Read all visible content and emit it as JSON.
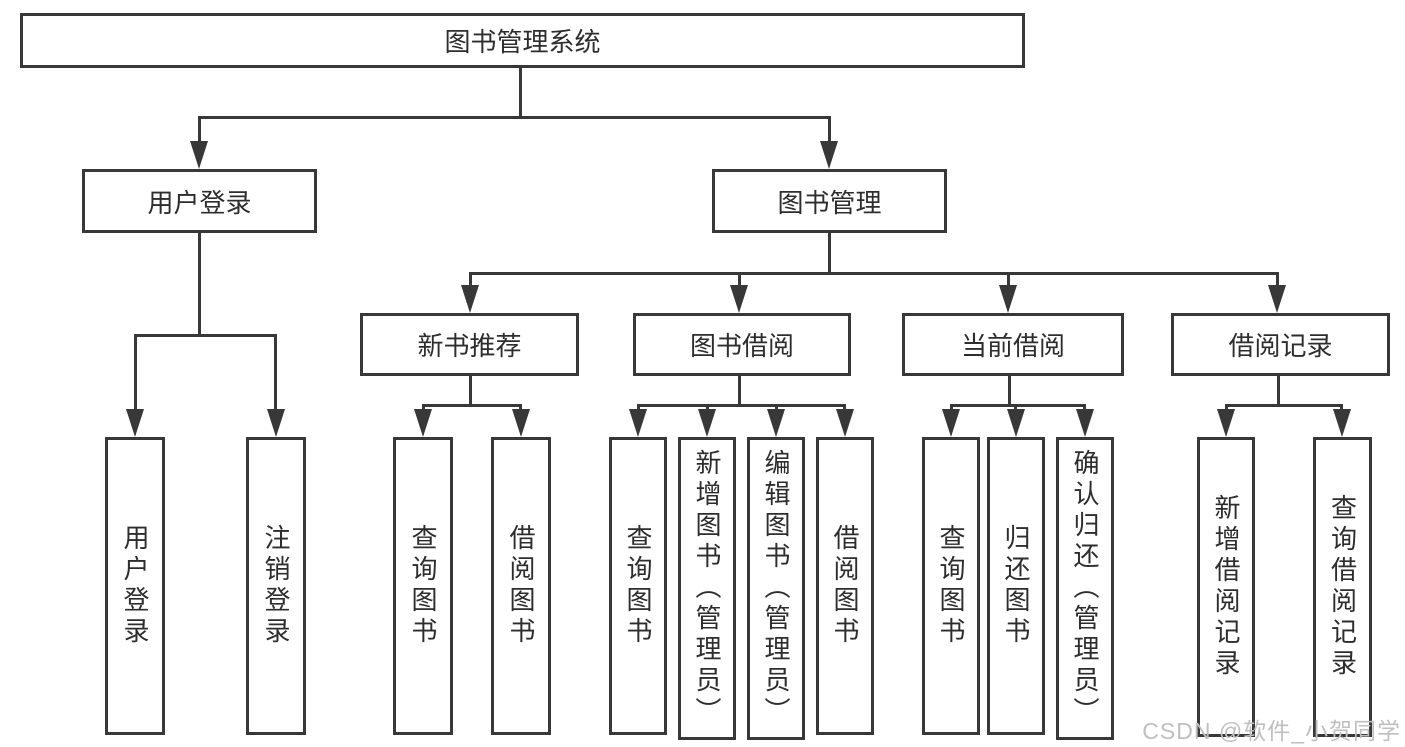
{
  "diagram": {
    "type": "hierarchy-tree",
    "orientation": "top-down"
  },
  "tree": {
    "label": "图书管理系统",
    "children": [
      {
        "label": "用户登录",
        "children": [
          {
            "label": "用户登录"
          },
          {
            "label": "注销登录"
          }
        ]
      },
      {
        "label": "图书管理",
        "children": [
          {
            "label": "新书推荐",
            "children": [
              {
                "label": "查询图书"
              },
              {
                "label": "借阅图书"
              }
            ]
          },
          {
            "label": "图书借阅",
            "children": [
              {
                "label": "查询图书"
              },
              {
                "label": "新增图书（管理员）"
              },
              {
                "label": "编辑图书（管理员）"
              },
              {
                "label": "借阅图书"
              }
            ]
          },
          {
            "label": "当前借阅",
            "children": [
              {
                "label": "查询图书"
              },
              {
                "label": "归还图书"
              },
              {
                "label": "确认归还（管理员）"
              }
            ]
          },
          {
            "label": "借阅记录",
            "children": [
              {
                "label": "新增借阅记录"
              },
              {
                "label": "查询借阅记录"
              }
            ]
          }
        ]
      }
    ]
  },
  "watermark": {
    "text": "CSDN @软件_小贺同学"
  },
  "colors": {
    "line": "#383838",
    "border": "#383838",
    "text": "#2d2d2d",
    "watermark": "#bfbfbf",
    "background": "#ffffff"
  }
}
